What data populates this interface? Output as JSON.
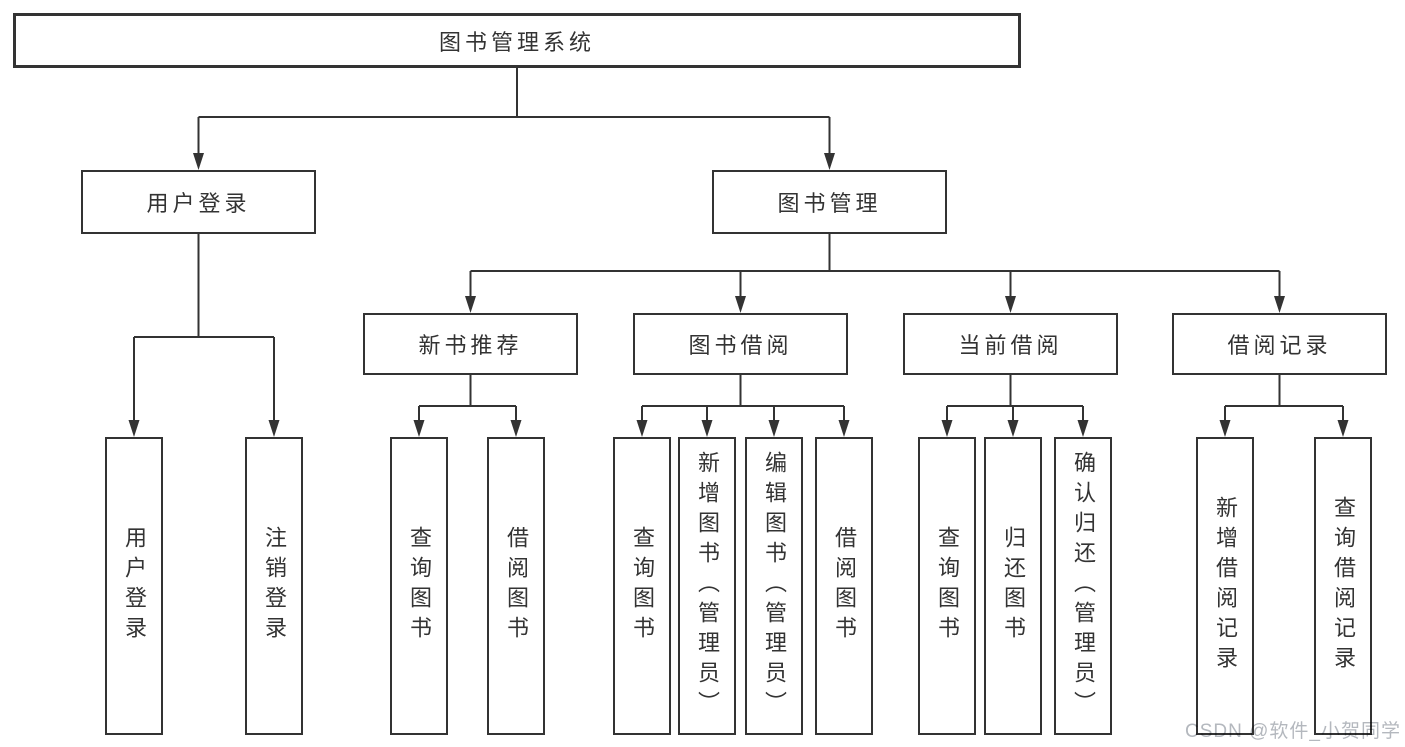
{
  "diagram_title": "图书管理系统",
  "nodes": {
    "root": {
      "label": "图书管理系统"
    },
    "user_login_group": {
      "label": "用户登录"
    },
    "book_management": {
      "label": "图书管理"
    },
    "new_book_recommend": {
      "label": "新书推荐"
    },
    "book_borrow": {
      "label": "图书借阅"
    },
    "current_borrow": {
      "label": "当前借阅"
    },
    "borrow_records": {
      "label": "借阅记录"
    },
    "user_login": {
      "label": "用户登录"
    },
    "logout": {
      "label": "注销登录"
    },
    "query_book_1": {
      "label": "查询图书"
    },
    "borrow_book_1": {
      "label": "借阅图书"
    },
    "query_book_2": {
      "label": "查询图书"
    },
    "add_book": {
      "label": "新增图书（管理员）"
    },
    "edit_book": {
      "label": "编辑图书（管理员）"
    },
    "borrow_book_2": {
      "label": "借阅图书"
    },
    "query_book_3": {
      "label": "查询图书"
    },
    "return_book": {
      "label": "归还图书"
    },
    "confirm_return": {
      "label": "确认归还（管理员）"
    },
    "add_borrow_record": {
      "label": "新增借阅记录"
    },
    "query_borrow_record": {
      "label": "查询借阅记录"
    }
  },
  "watermark": {
    "text": "CSDN @软件_小贺同学"
  },
  "colors": {
    "line": "#333333",
    "box_border": "#333333",
    "box_fill": "#ffffff",
    "text": "#333333",
    "watermark": "#b4b8be"
  }
}
